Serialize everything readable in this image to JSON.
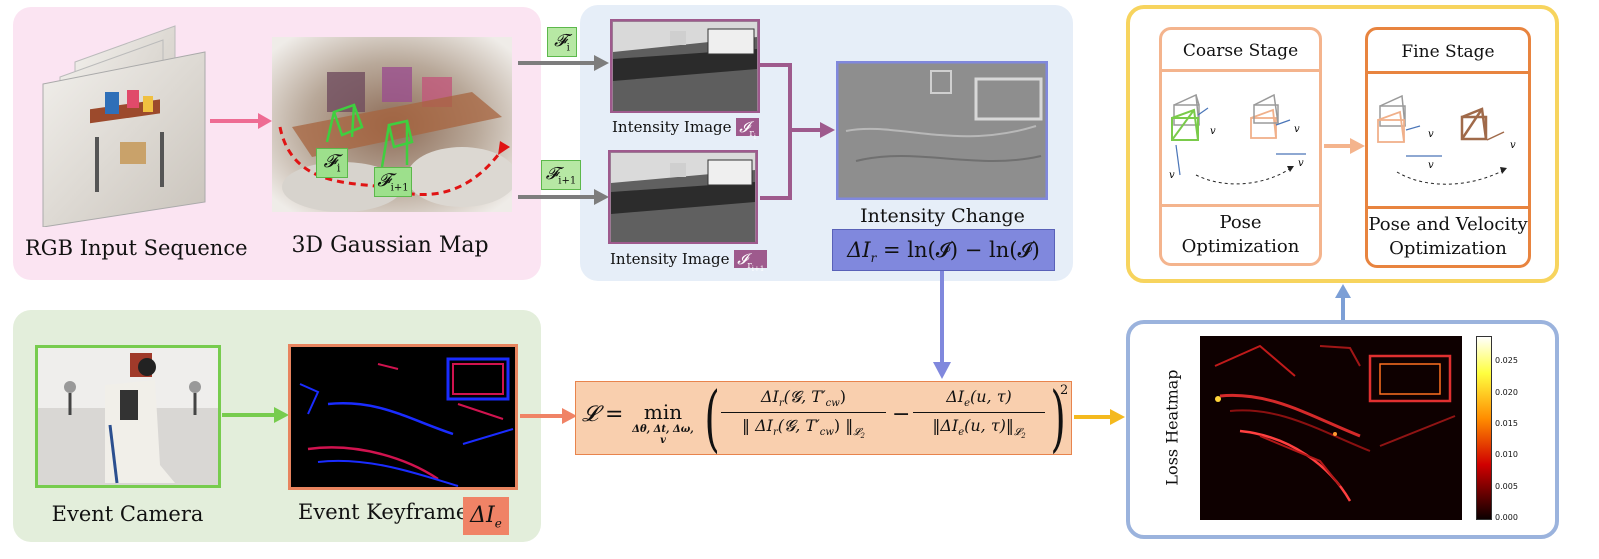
{
  "input_panel": {
    "rgb_label": "RGB Input Sequence",
    "gaussian_label": "3D Gaussian Map",
    "frame_i": "𝓕",
    "frame_i_sub": "i",
    "frame_i1_sub": "i+1"
  },
  "intensity_panel": {
    "image1_label": "Intensity Image",
    "image1_sym_sub": "r",
    "image1_sym_subsub": "i",
    "image2_label": "Intensity Image",
    "image2_sym_sub": "r",
    "image2_sym_subsub": "i+1",
    "change_label": "Intensity Change",
    "change_formula_lhs": "ΔI",
    "change_formula_rhs": " = ln(𝓘) − ln(𝓘)"
  },
  "event_panel": {
    "camera_label": "Event Camera",
    "keyframe_label": "Event Keyframe",
    "keyframe_sym": "ΔI",
    "keyframe_sym_sub": "e"
  },
  "loss": {
    "lhs": "𝓛 =",
    "min": "min",
    "min_sub": "Δθ, Δt, Δω, v",
    "num1": "ΔI",
    "num1_sub": "r",
    "num1_args": "(𝓖, T′",
    "num1_args_sub": "cw",
    "den1": "‖ ΔI",
    "den1_tail": "(𝓖, T′",
    "den1_end": ") ‖",
    "norm_sub": "𝓛",
    "norm_subsub": "2",
    "minus": "−",
    "num2": "ΔI",
    "num2_sub": "e",
    "num2_args": "(u, τ)",
    "den2": "‖ΔI",
    "den2_tail": "(u, τ)‖",
    "power": "2"
  },
  "heatmap": {
    "axis_label": "Loss Heatmap",
    "colorbar_ticks": [
      "0.025",
      "0.020",
      "0.015",
      "0.010",
      "0.005",
      "0.000"
    ]
  },
  "coarse_stage": {
    "title": "Coarse Stage",
    "caption_line1": "Pose",
    "caption_line2": "Optimization",
    "v": "v"
  },
  "fine_stage": {
    "title": "Fine Stage",
    "caption_line1": "Pose and Velocity",
    "caption_line2": "Optimization",
    "v": "v"
  },
  "colors": {
    "pink_panel": "#fbe4f2",
    "blue_panel": "#e6eef8",
    "green_panel": "#e3eedb",
    "loss_box": "#f9cfae",
    "loss_border": "#e8844d",
    "purple": "#9e5a8d",
    "violet": "#8088dd",
    "yellow": "#f7d45e",
    "orange": "#e8843f",
    "peach": "#f4b48d"
  }
}
